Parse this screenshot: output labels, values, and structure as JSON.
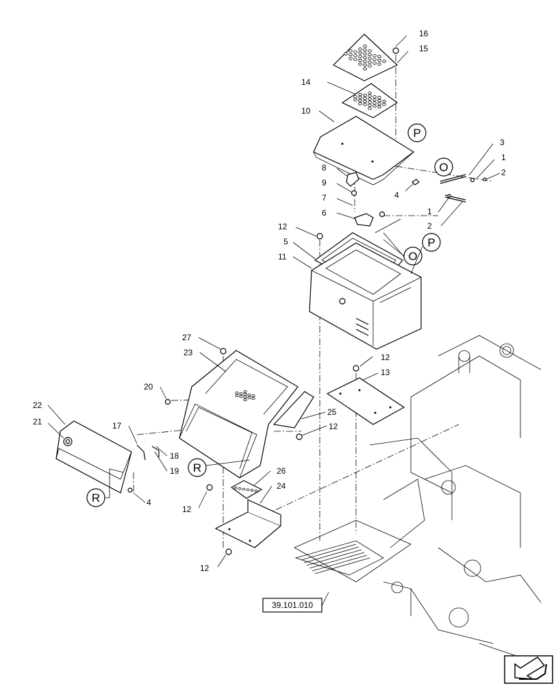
{
  "callouts": [
    {
      "id": "c16",
      "text": "16"
    },
    {
      "id": "c15",
      "text": "15"
    },
    {
      "id": "c14",
      "text": "14"
    },
    {
      "id": "c10",
      "text": "10"
    },
    {
      "id": "c3",
      "text": "3"
    },
    {
      "id": "c1a",
      "text": "1"
    },
    {
      "id": "c2a",
      "text": "2"
    },
    {
      "id": "c8",
      "text": "8"
    },
    {
      "id": "c9",
      "text": "9"
    },
    {
      "id": "c4a",
      "text": "4"
    },
    {
      "id": "c7",
      "text": "7"
    },
    {
      "id": "c1b",
      "text": "1"
    },
    {
      "id": "c6",
      "text": "6"
    },
    {
      "id": "c2b",
      "text": "2"
    },
    {
      "id": "c12a",
      "text": "12"
    },
    {
      "id": "c5",
      "text": "5"
    },
    {
      "id": "c11",
      "text": "11"
    },
    {
      "id": "c27",
      "text": "27"
    },
    {
      "id": "c23",
      "text": "23"
    },
    {
      "id": "c12b",
      "text": "12"
    },
    {
      "id": "c13",
      "text": "13"
    },
    {
      "id": "c20",
      "text": "20"
    },
    {
      "id": "c25",
      "text": "25"
    },
    {
      "id": "c12c",
      "text": "12"
    },
    {
      "id": "c22",
      "text": "22"
    },
    {
      "id": "c21",
      "text": "21"
    },
    {
      "id": "c17",
      "text": "17"
    },
    {
      "id": "c18",
      "text": "18"
    },
    {
      "id": "c19",
      "text": "19"
    },
    {
      "id": "c26",
      "text": "26"
    },
    {
      "id": "c24",
      "text": "24"
    },
    {
      "id": "c12d",
      "text": "12"
    },
    {
      "id": "c4b",
      "text": "4"
    },
    {
      "id": "c12e",
      "text": "12"
    }
  ],
  "view_markers": [
    {
      "id": "P1",
      "text": "P"
    },
    {
      "id": "O1",
      "text": "O"
    },
    {
      "id": "O2",
      "text": "O"
    },
    {
      "id": "P2",
      "text": "P"
    },
    {
      "id": "R1",
      "text": "R"
    },
    {
      "id": "R2",
      "text": "R"
    }
  ],
  "reference_box": {
    "text": "39.101.010"
  },
  "nav_icon": "arrow-navigation-icon"
}
